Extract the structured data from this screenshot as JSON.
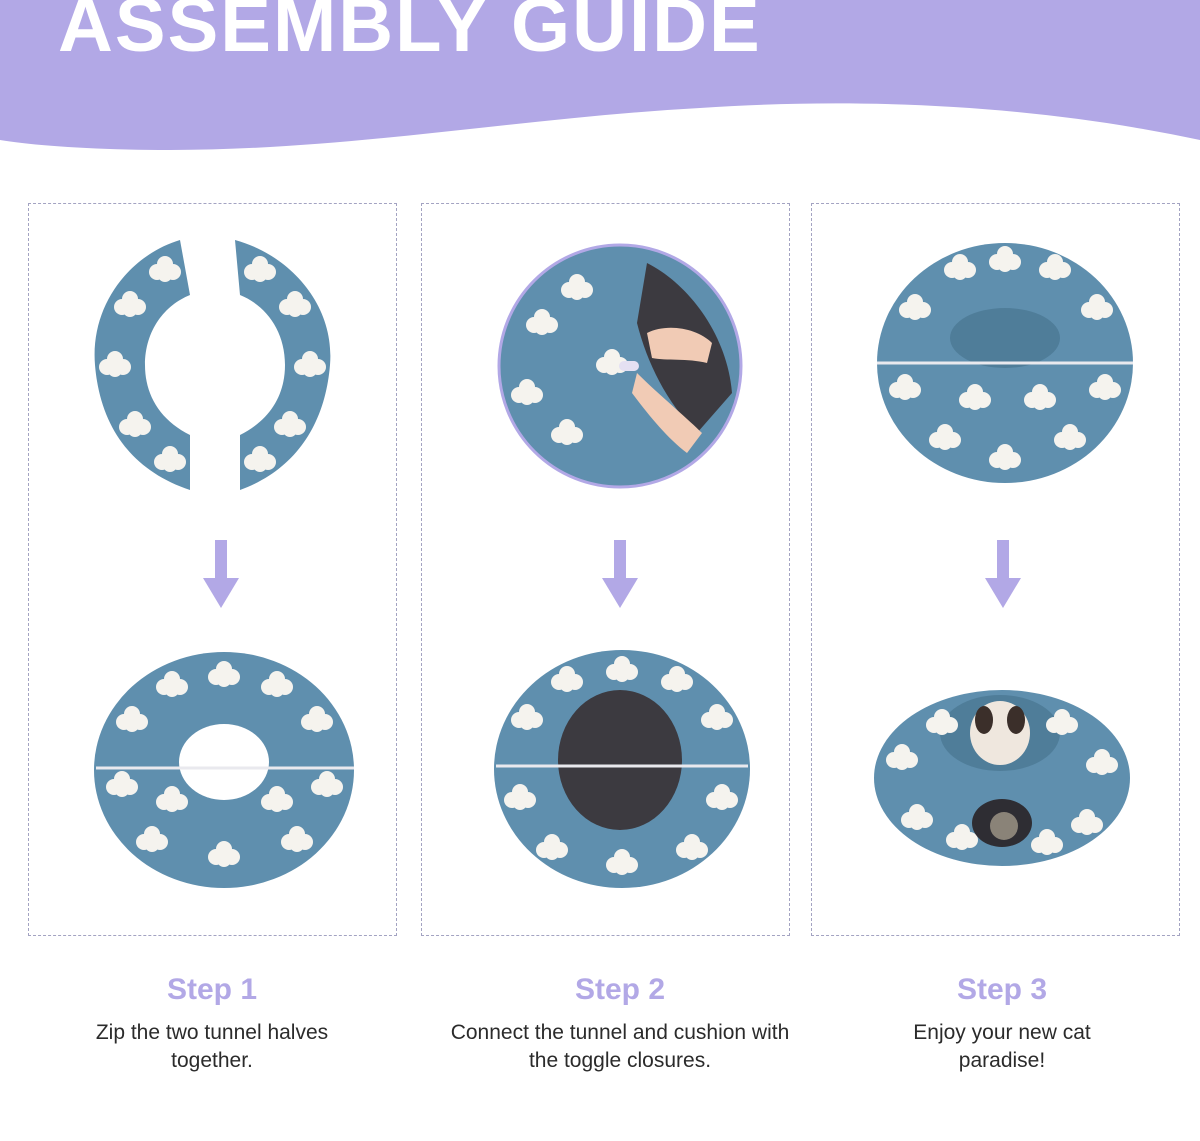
{
  "header": {
    "title": "ASSEMBLY GUIDE"
  },
  "colors": {
    "banner": "#b2a8e6",
    "accent": "#b2a8e6",
    "tunnel_blue": "#5f8fae",
    "cloud_white": "#f5f3ee",
    "cushion_dark": "#3c3a40",
    "text": "#2b2b2b",
    "dashed_border": "#a3a3c2"
  },
  "icons": [
    "arrow-down-icon"
  ],
  "steps": [
    {
      "title": "Step 1",
      "description": "Zip the two tunnel halves together."
    },
    {
      "title": "Step 2",
      "description": "Connect the tunnel and cushion with the toggle closures."
    },
    {
      "title": "Step 3",
      "description": "Enjoy your new cat paradise!"
    }
  ]
}
